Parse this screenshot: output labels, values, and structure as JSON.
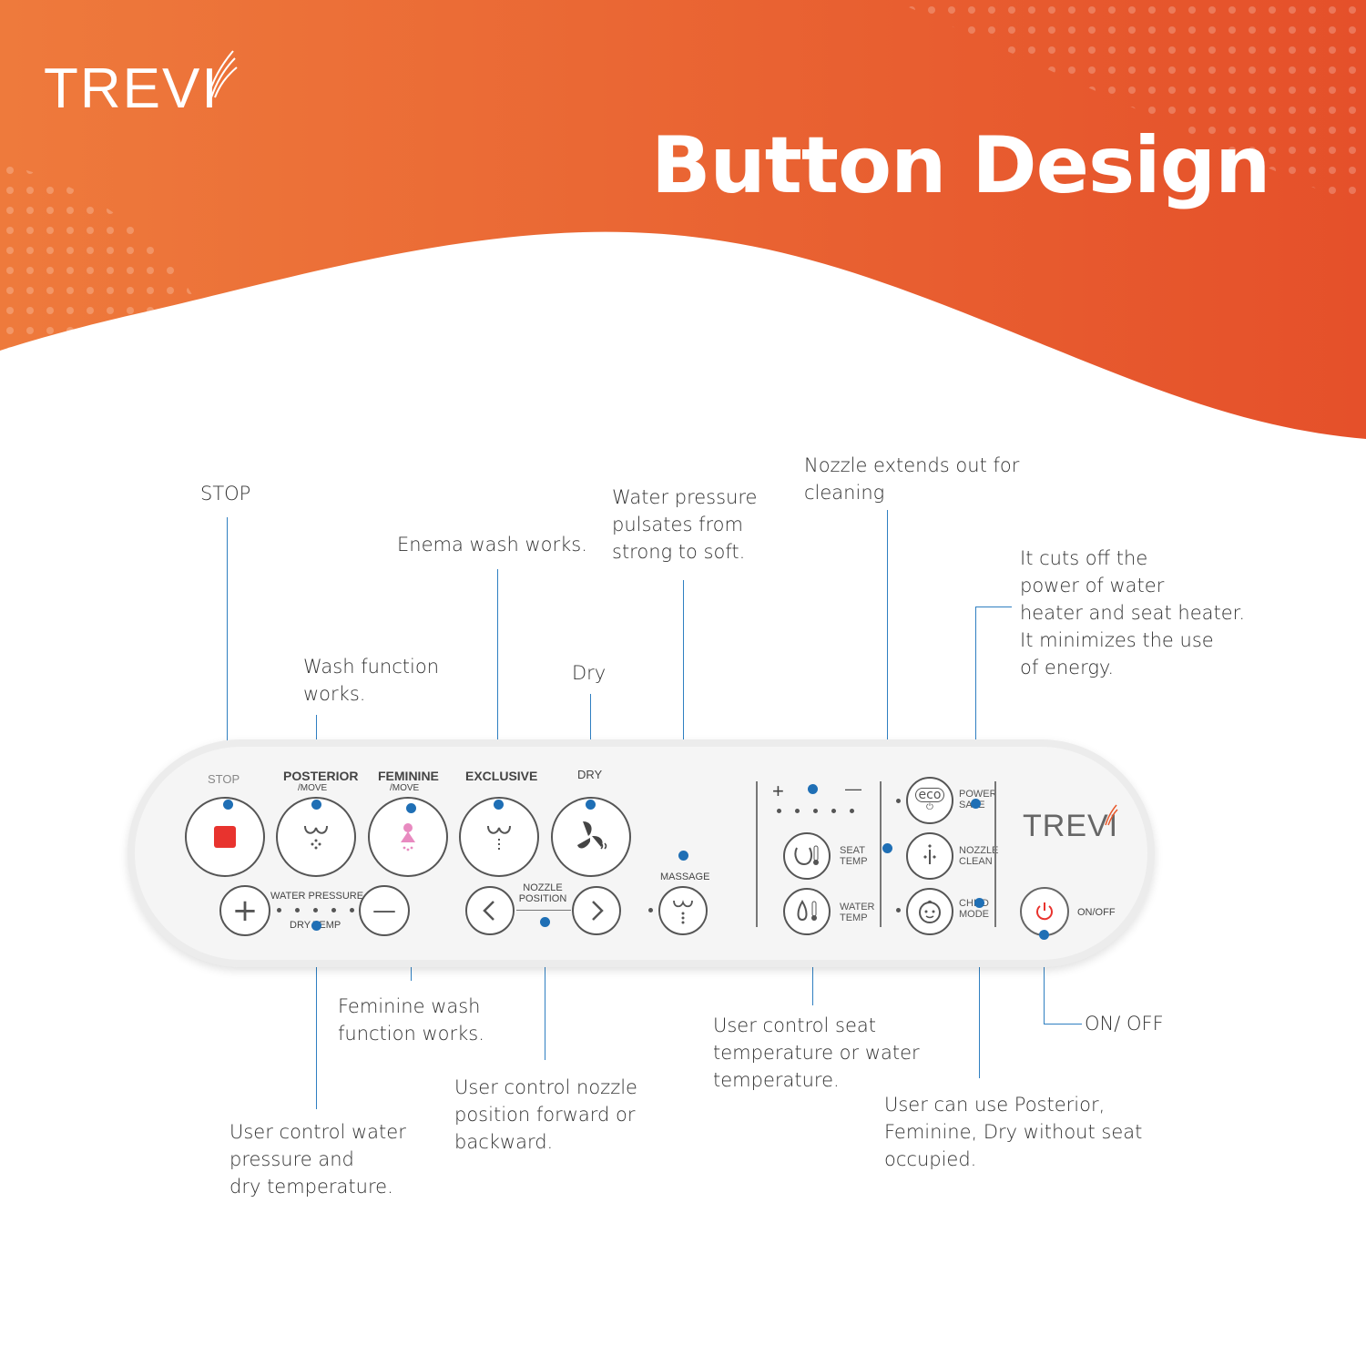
{
  "brand": {
    "logo_text": "TREVI"
  },
  "headline": "Button Design",
  "colors": {
    "header_orange": "#e8582a",
    "header_orange_light": "#ee7a3c",
    "leader_blue": "#2f7fc1",
    "stop_red": "#e8332e"
  },
  "callouts": {
    "stop": "STOP",
    "wash": "Wash function\nworks.",
    "enema": "Enema wash works.",
    "massage": "Water pressure\npulsates from\nstrong to soft.",
    "dry": "Dry",
    "nozzle_clean": "Nozzle extends out for\ncleaning",
    "power_save": "It cuts off the\npower of water\nheater and seat heater.\nIt minimizes the use\nof energy.",
    "feminine": "Feminine wash\nfunction works.",
    "water_pressure": "User control water\npressure and\ndry temperature.",
    "nozzle_position": "User control nozzle\nposition forward or\nbackward.",
    "temperature": "User control seat\ntemperature or water\ntemperature.",
    "child_mode": "User can use Posterior,\nFeminine, Dry without seat\noccupied.",
    "on_off": "ON/ OFF"
  },
  "panel": {
    "stop_label": "STOP",
    "posterior_label": "POSTERIOR",
    "posterior_sub": "/MOVE",
    "feminine_label": "FEMININE",
    "feminine_sub": "/MOVE",
    "exclusive_label": "EXCLUSIVE",
    "dry_label": "DRY",
    "water_pressure_label": "WATER PRESSURE",
    "dry_temp_label": "DRY TEMP",
    "plus_symbol": "+",
    "minus_symbol": "—",
    "nozzle_position_label": "NOZZLE\nPOSITION",
    "massage_label": "MASSAGE",
    "seat_temp_label": "SEAT\nTEMP",
    "water_temp_label": "WATER\nTEMP",
    "power_save_label": "POWER\nSAVE",
    "nozzle_clean_label": "NOZZLE\nCLEAN",
    "child_mode_label": "CHILD\nMODE",
    "eco_label": "eco",
    "logo_text": "TREVI",
    "on_off_label": "ON/OFF",
    "temp_plus": "+",
    "temp_minus": "—"
  },
  "icons": [
    "stop-square-icon",
    "posterior-wash-icon",
    "feminine-wash-icon",
    "exclusive-wash-icon",
    "dry-fan-icon",
    "plus-icon",
    "minus-icon",
    "chevron-left-icon",
    "chevron-right-icon",
    "massage-icon",
    "seat-temp-icon",
    "water-temp-icon",
    "eco-icon",
    "nozzle-clean-icon",
    "child-face-icon",
    "power-icon"
  ]
}
